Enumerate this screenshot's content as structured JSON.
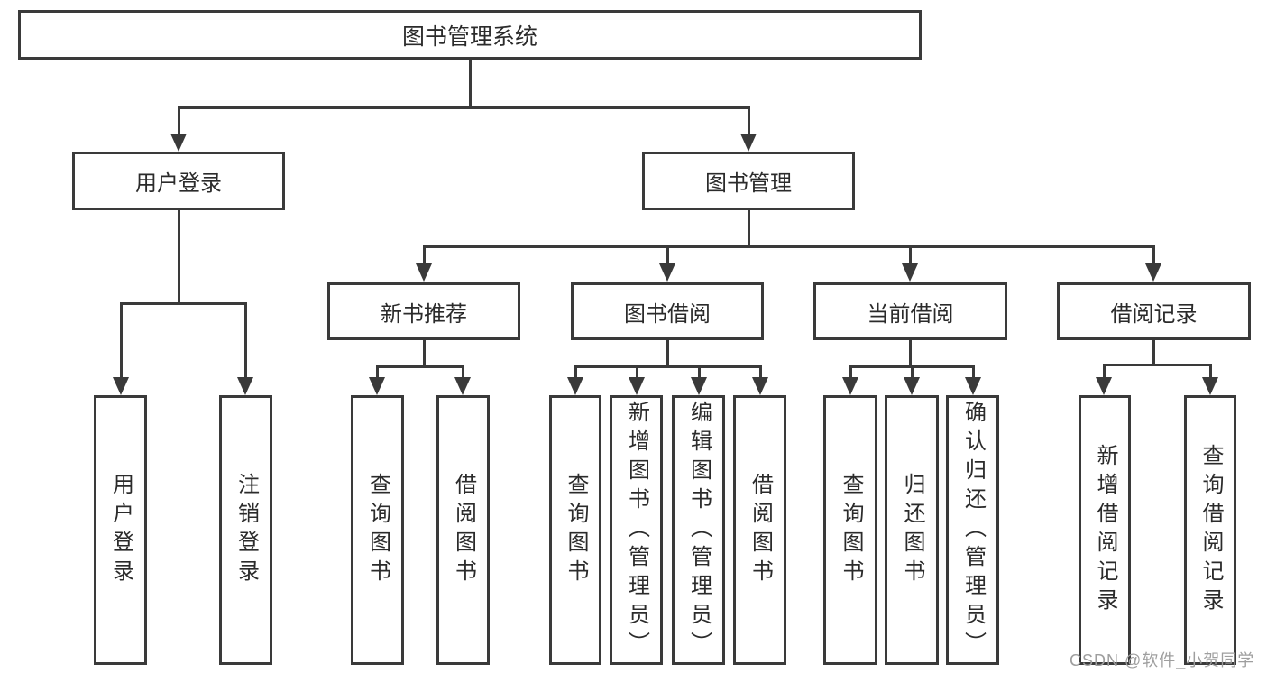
{
  "diagram": {
    "title": "图书管理系统",
    "level2": [
      {
        "label": "用户登录"
      },
      {
        "label": "图书管理"
      }
    ],
    "level3": [
      {
        "label": "新书推荐",
        "parent": "图书管理"
      },
      {
        "label": "图书借阅",
        "parent": "图书管理"
      },
      {
        "label": "当前借阅",
        "parent": "图书管理"
      },
      {
        "label": "借阅记录",
        "parent": "图书管理"
      }
    ],
    "leaves": [
      {
        "label": "用户登录",
        "parent": "用户登录"
      },
      {
        "label": "注销登录",
        "parent": "用户登录"
      },
      {
        "label": "查询图书",
        "parent": "新书推荐"
      },
      {
        "label": "借阅图书",
        "parent": "新书推荐"
      },
      {
        "label": "查询图书",
        "parent": "图书借阅"
      },
      {
        "label": "新增图书（管理员）",
        "parent": "图书借阅"
      },
      {
        "label": "编辑图书（管理员）",
        "parent": "图书借阅"
      },
      {
        "label": "借阅图书",
        "parent": "图书借阅"
      },
      {
        "label": "查询图书",
        "parent": "当前借阅"
      },
      {
        "label": "归还图书",
        "parent": "当前借阅"
      },
      {
        "label": "确认归还（管理员）",
        "parent": "当前借阅"
      },
      {
        "label": "新增借阅记录",
        "parent": "借阅记录"
      },
      {
        "label": "查询借阅记录",
        "parent": "借阅记录"
      }
    ]
  },
  "watermark": {
    "text": "CSDN @软件_小贺同学"
  },
  "colors": {
    "background": "#ffffff",
    "line": "#3a3a3a",
    "box_border": "#3a3a3a",
    "text": "#2b2b2b",
    "watermark": "#9e9e9e"
  }
}
